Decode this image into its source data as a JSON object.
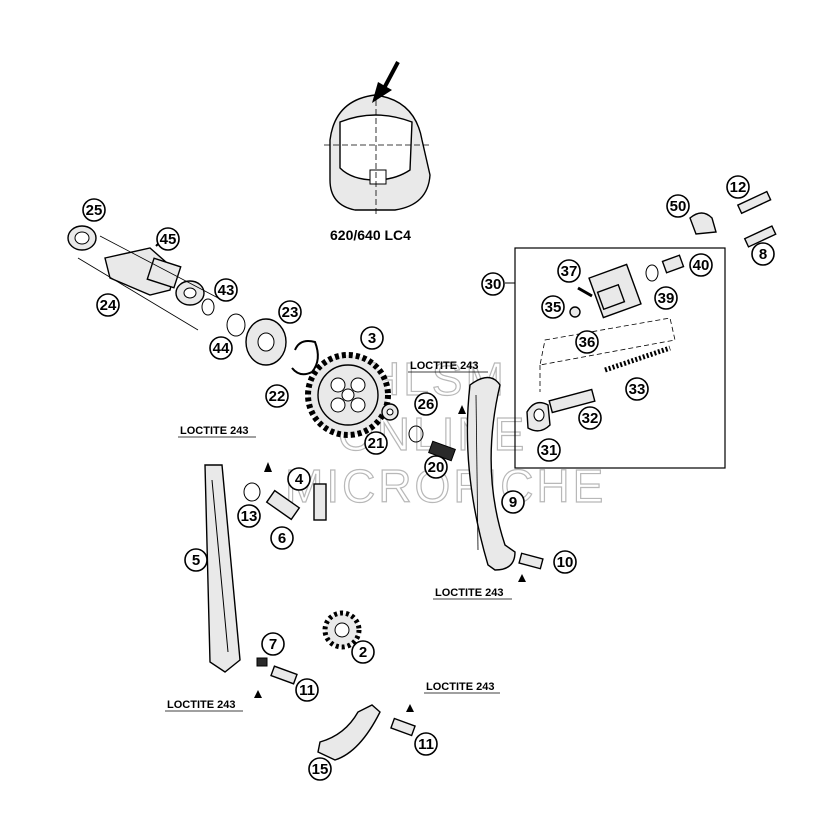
{
  "model_label": "620/640 LC4",
  "loctite_label": "LOCTITE 243",
  "watermark": [
    "HLSM",
    "ONLINE",
    "MICROFICHE"
  ],
  "callouts": [
    "25",
    "45",
    "24",
    "43",
    "44",
    "23",
    "22",
    "3",
    "26",
    "21",
    "20",
    "4",
    "13",
    "6",
    "5",
    "7",
    "11",
    "2",
    "15",
    "9",
    "10",
    "12",
    "50",
    "8",
    "30",
    "37",
    "40",
    "39",
    "35",
    "36",
    "33",
    "32",
    "31",
    "11"
  ]
}
